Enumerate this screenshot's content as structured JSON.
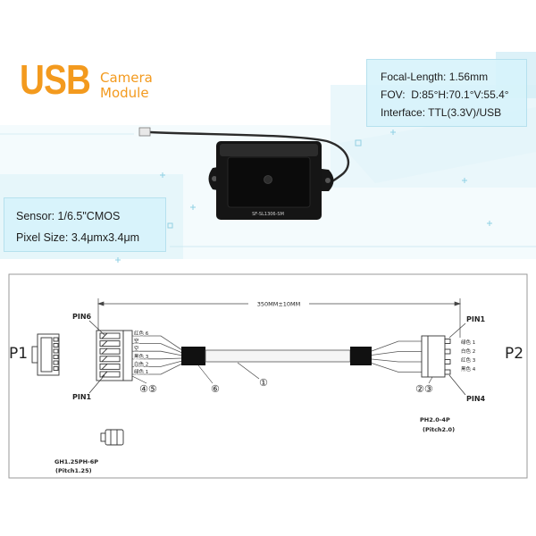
{
  "title": {
    "usb": "USB",
    "line1": "Camera",
    "line2": "Module"
  },
  "specs_right": [
    "Focal-Length: 1.56mm",
    "FOV:  D:85°H:70.1°V:55.4°",
    "Interface: TTL(3.3V)/USB"
  ],
  "specs_left": [
    "Sensor: 1/6.5\"CMOS",
    "Pixel Size: 3.4μmx3.4μm"
  ],
  "camera_label": "SF-SL1306-SM",
  "diagram": {
    "p1": "P1",
    "p2": "P2",
    "length": "350MM±10MM",
    "left_pin_top": "PIN6",
    "left_pin_bottom": "PIN1",
    "right_pin_top": "PIN1",
    "right_pin_bottom": "PIN4",
    "left_wires": [
      "红色 6",
      "空",
      "空",
      "黑色 3",
      "白色 2",
      "绿色 1"
    ],
    "right_wires": [
      "绿色 1",
      "白色 2",
      "红色 3",
      "黑色 4"
    ],
    "callouts": {
      "c45": "④⑤",
      "c6": "⑥",
      "c1": "①",
      "c23": "②③"
    },
    "left_connector": {
      "model": "GH1.25PH-6P",
      "pitch": "(Pitch1.25)"
    },
    "right_connector": {
      "model": "PH2.0-4P",
      "pitch": "(Pitch2.0)"
    }
  },
  "colors": {
    "accent_orange": "#f39a1e",
    "spec_box": "#d6f2fa",
    "drawing_line": "#333333",
    "camera_body": "#151515"
  }
}
